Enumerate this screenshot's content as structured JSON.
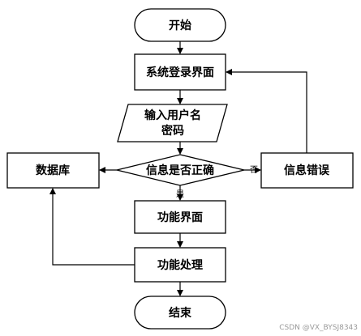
{
  "flowchart": {
    "start": "开始",
    "login_page": "系统登录界面",
    "input_line1": "输入用户名",
    "input_line2": "密码",
    "decision": "信息是否正确",
    "database": "数据库",
    "error": "信息错误",
    "yes_label": "是",
    "no_label": "否",
    "function_page": "功能界面",
    "function_process": "功能处理",
    "end": "结束"
  },
  "watermark": "CSDN @VX_BYSJ8343"
}
